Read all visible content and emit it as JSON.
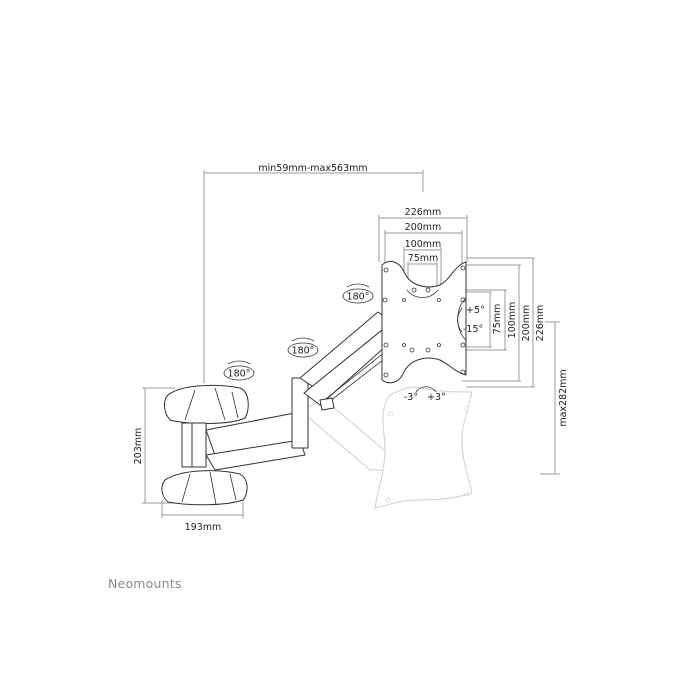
{
  "brand": "Neomounts",
  "dimensions": {
    "extension": "min59mm-max563mm",
    "plate_width_outer": "226mm",
    "plate_width_inner": "200mm",
    "plate_width_100": "100mm",
    "plate_width_75": "75mm",
    "plate_height_75": "75mm",
    "plate_height_100": "100mm",
    "plate_height_200": "200mm",
    "plate_height_226": "226mm",
    "max_height": "max282mm",
    "wall_plate_height": "203mm",
    "wall_plate_width": "193mm"
  },
  "rotations": {
    "wall_swivel": "180°",
    "elbow_swivel": "180°",
    "head_swivel": "180°",
    "tilt_up": "+5°",
    "tilt_down": "-15°",
    "rotate_left": "-3°",
    "rotate_right": "+3°"
  }
}
